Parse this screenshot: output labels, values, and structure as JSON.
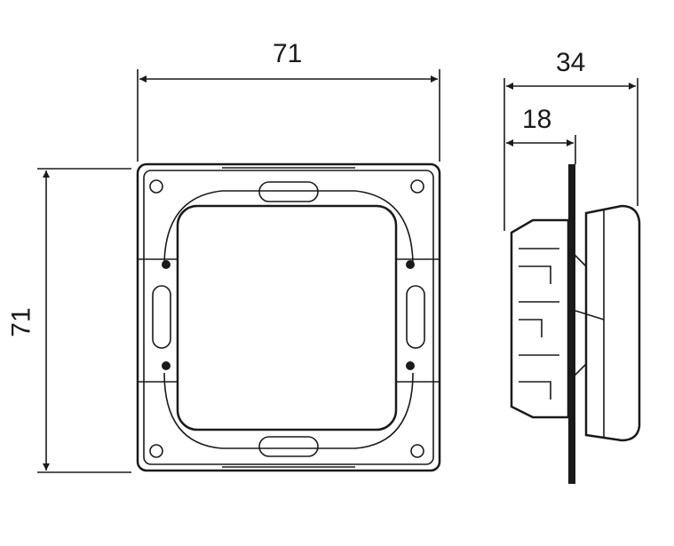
{
  "dimensions": {
    "front_width": "71",
    "front_height": "71",
    "side_depth_total": "34",
    "side_depth_partial": "18"
  }
}
